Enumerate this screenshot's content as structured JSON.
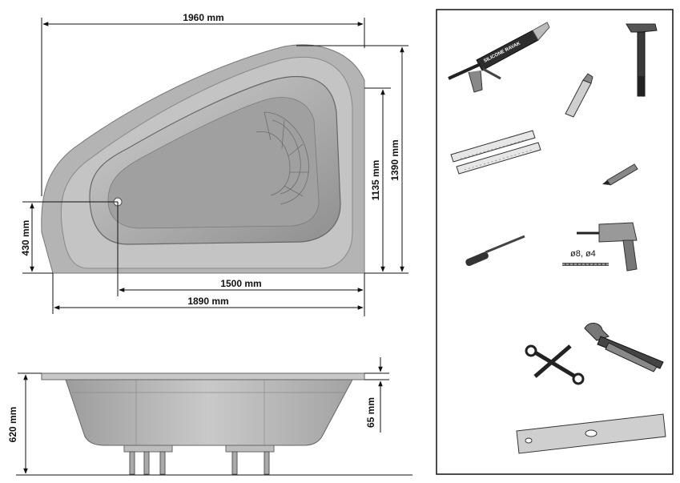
{
  "plan_view": {
    "dim_overall_width": "1960 mm",
    "dim_outer_height": "1390 mm",
    "dim_inner_height": "1135 mm",
    "dim_drain_height": "430 mm",
    "dim_drain_to_right": "1500 mm",
    "dim_bottom_width": "1890 mm"
  },
  "side_view": {
    "dim_total_height": "620 mm",
    "dim_rim_height": "65 mm"
  },
  "tools_panel": {
    "sealant_gun_label": "SILICONE RAVAK",
    "drill_bits_label": "ø8, ø4",
    "tools": [
      "silicone-sealant-gun",
      "hammer",
      "utility-knife",
      "folding-rule",
      "pencil",
      "screwdriver",
      "electric-drill",
      "drill-bits",
      "combination-wrench",
      "pipe-wrench",
      "spirit-level"
    ]
  }
}
